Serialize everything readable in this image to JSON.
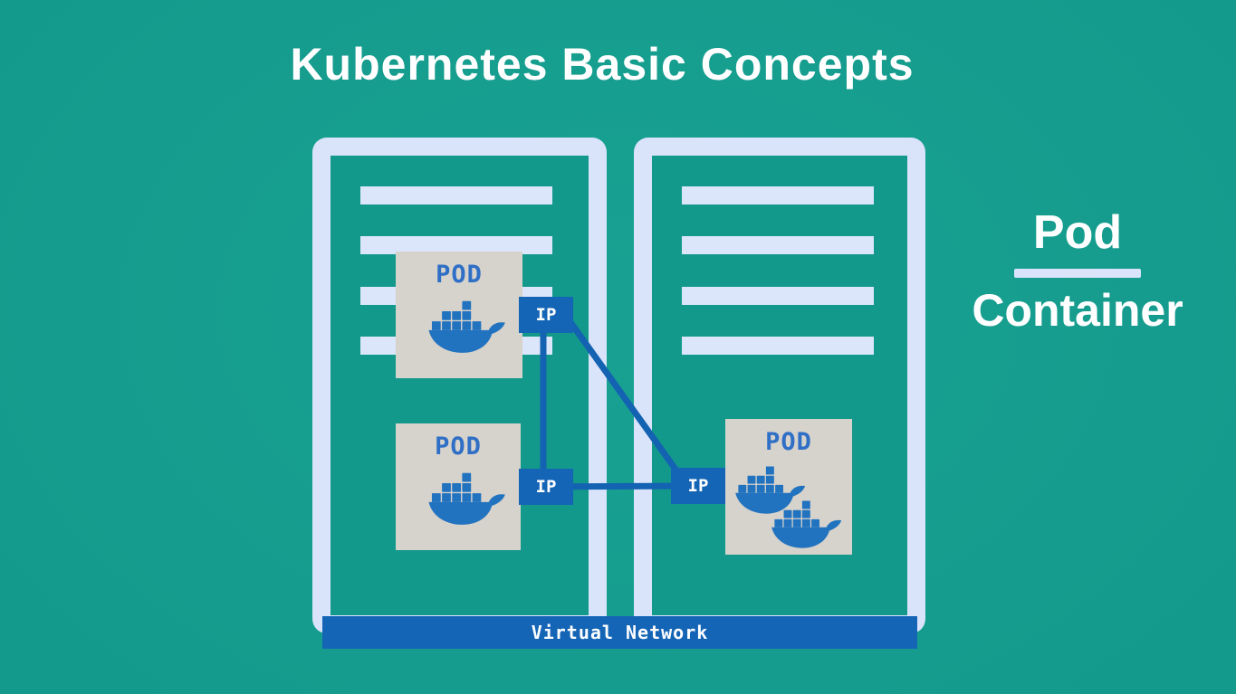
{
  "title": "Kubernetes Basic Concepts",
  "legend": {
    "numerator": "Pod",
    "denominator": "Container"
  },
  "network": {
    "label": "Virtual Network"
  },
  "pods": [
    {
      "label": "POD",
      "containers": 1
    },
    {
      "label": "POD",
      "containers": 1
    },
    {
      "label": "POD",
      "containers": 2
    }
  ],
  "ip_boxes": [
    {
      "label": "IP"
    },
    {
      "label": "IP"
    },
    {
      "label": "IP"
    }
  ],
  "icons": {
    "container_engine": "docker-whale-icon"
  },
  "colors": {
    "background_teal": "#149a8c",
    "node_border_lavender": "#d9e3f9",
    "slot_bar": "#dce6fb",
    "pod_box_grey": "#d6d2cc",
    "network_blue": "#1565b6",
    "line_blue": "#1462b2",
    "docker_blue": "#2273bf",
    "pod_text_blue": "#2f6fc6",
    "text_white": "#ffffff"
  }
}
